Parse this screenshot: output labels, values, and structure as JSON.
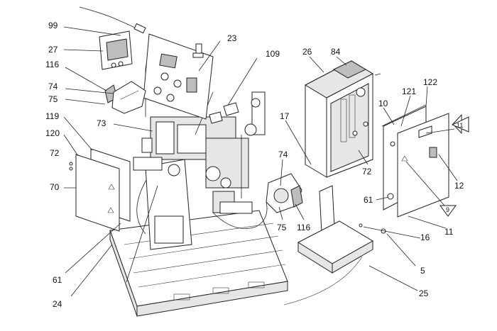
{
  "callouts": [
    {
      "id": "c99",
      "text": "99"
    },
    {
      "id": "c27",
      "text": "27"
    },
    {
      "id": "c116a",
      "text": "116"
    },
    {
      "id": "c74a",
      "text": "74"
    },
    {
      "id": "c75a",
      "text": "75"
    },
    {
      "id": "c119",
      "text": "119"
    },
    {
      "id": "c120",
      "text": "120"
    },
    {
      "id": "c72a",
      "text": "72"
    },
    {
      "id": "c70",
      "text": "70"
    },
    {
      "id": "c61a",
      "text": "61"
    },
    {
      "id": "c24",
      "text": "24"
    },
    {
      "id": "c23",
      "text": "23"
    },
    {
      "id": "c73",
      "text": "73"
    },
    {
      "id": "c109",
      "text": "109"
    },
    {
      "id": "c26",
      "text": "26"
    },
    {
      "id": "c84",
      "text": "84"
    },
    {
      "id": "c17",
      "text": "17"
    },
    {
      "id": "c74b",
      "text": "74"
    },
    {
      "id": "c75b",
      "text": "75"
    },
    {
      "id": "c116b",
      "text": "116"
    },
    {
      "id": "c72b",
      "text": "72"
    },
    {
      "id": "c10",
      "text": "10"
    },
    {
      "id": "c121",
      "text": "121"
    },
    {
      "id": "c122",
      "text": "122"
    },
    {
      "id": "c12",
      "text": "12"
    },
    {
      "id": "c61b",
      "text": "61"
    },
    {
      "id": "c11",
      "text": "11"
    },
    {
      "id": "c16",
      "text": "16"
    },
    {
      "id": "c5",
      "text": "5"
    },
    {
      "id": "c25",
      "text": "25"
    }
  ],
  "warning_flags": [
    {
      "id": "t11",
      "text": "11"
    },
    {
      "id": "t9",
      "text": "9"
    }
  ]
}
